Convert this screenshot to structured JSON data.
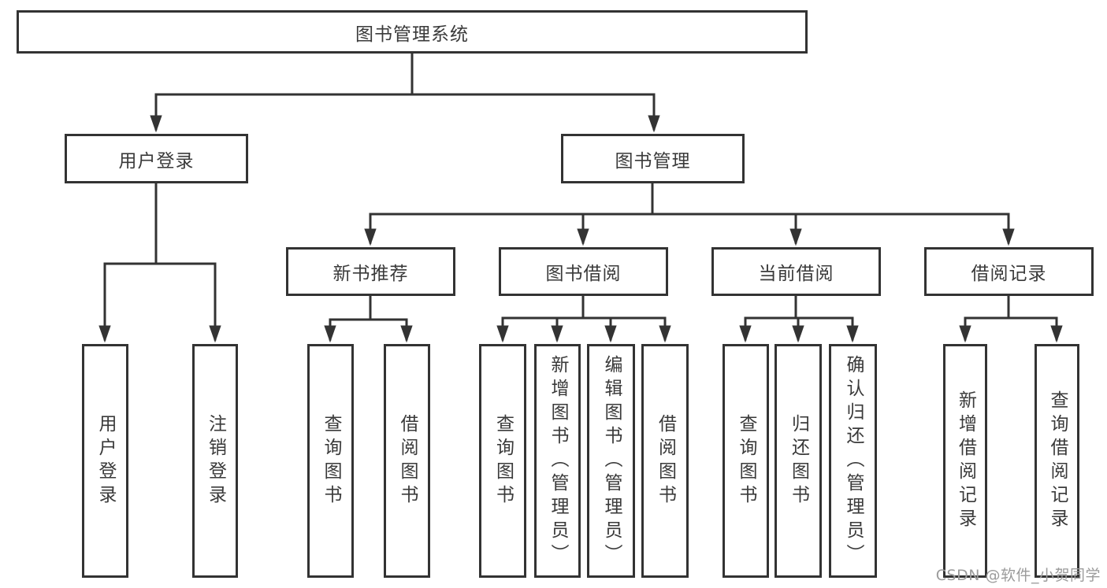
{
  "diagram": {
    "root": {
      "label": "图书管理系统"
    },
    "branches": [
      {
        "label": "用户登录",
        "children": [
          {
            "label": "用户登录"
          },
          {
            "label": "注销登录"
          }
        ]
      },
      {
        "label": "图书管理",
        "children": [
          {
            "label": "新书推荐",
            "children": [
              {
                "label": "查询图书"
              },
              {
                "label": "借阅图书"
              }
            ]
          },
          {
            "label": "图书借阅",
            "children": [
              {
                "label": "查询图书"
              },
              {
                "label": "新增图书（管理员）"
              },
              {
                "label": "编辑图书（管理员）"
              },
              {
                "label": "借阅图书"
              }
            ]
          },
          {
            "label": "当前借阅",
            "children": [
              {
                "label": "查询图书"
              },
              {
                "label": "归还图书"
              },
              {
                "label": "确认归还（管理员）"
              }
            ]
          },
          {
            "label": "借阅记录",
            "children": [
              {
                "label": "新增借阅记录"
              },
              {
                "label": "查询借阅记录"
              }
            ]
          }
        ]
      }
    ],
    "watermark": "CSDN @软件_小贺同学",
    "colors": {
      "line": "#333333",
      "box_border": "#333333",
      "text": "#3a3a3a",
      "watermark": "#9b9b9b",
      "background": "#ffffff"
    }
  }
}
